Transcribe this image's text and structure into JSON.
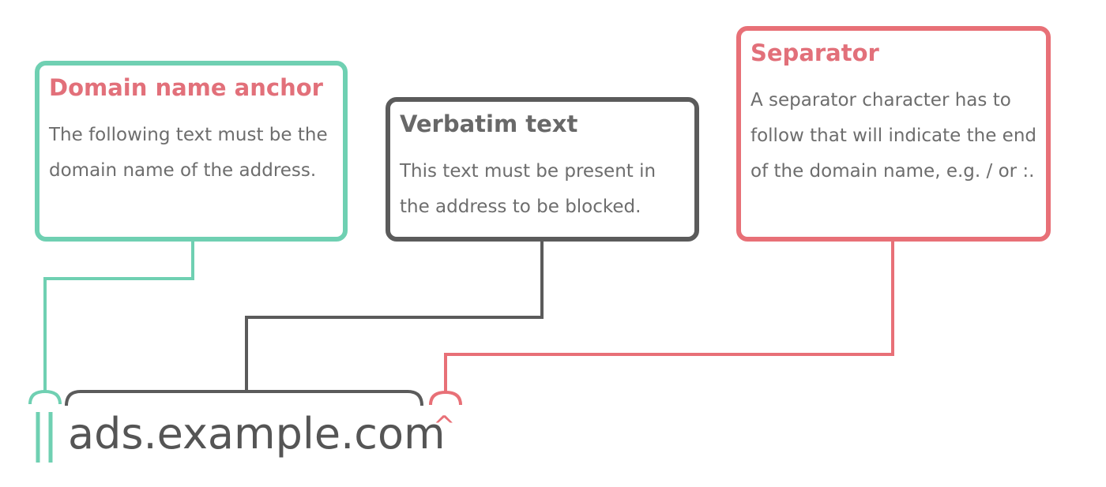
{
  "boxes": {
    "anchor": {
      "title": "Domain name anchor",
      "body": "The following text must be the domain name of the address."
    },
    "verbatim": {
      "title": "Verbatim text",
      "body": "This text must be present in the address to be blocked."
    },
    "separator": {
      "title": "Separator",
      "body": "A separator character has to follow that will indicate the end of the domain name, e.g. / or :."
    }
  },
  "rule": {
    "text": "ads.example.com",
    "separator_symbol": "^"
  },
  "colors": {
    "anchor": "#6fd0b2",
    "verbatim": "#5b5b5b",
    "separator": "#e87077",
    "title_accent": "#e2707a",
    "body_text": "#6d6d6d"
  }
}
